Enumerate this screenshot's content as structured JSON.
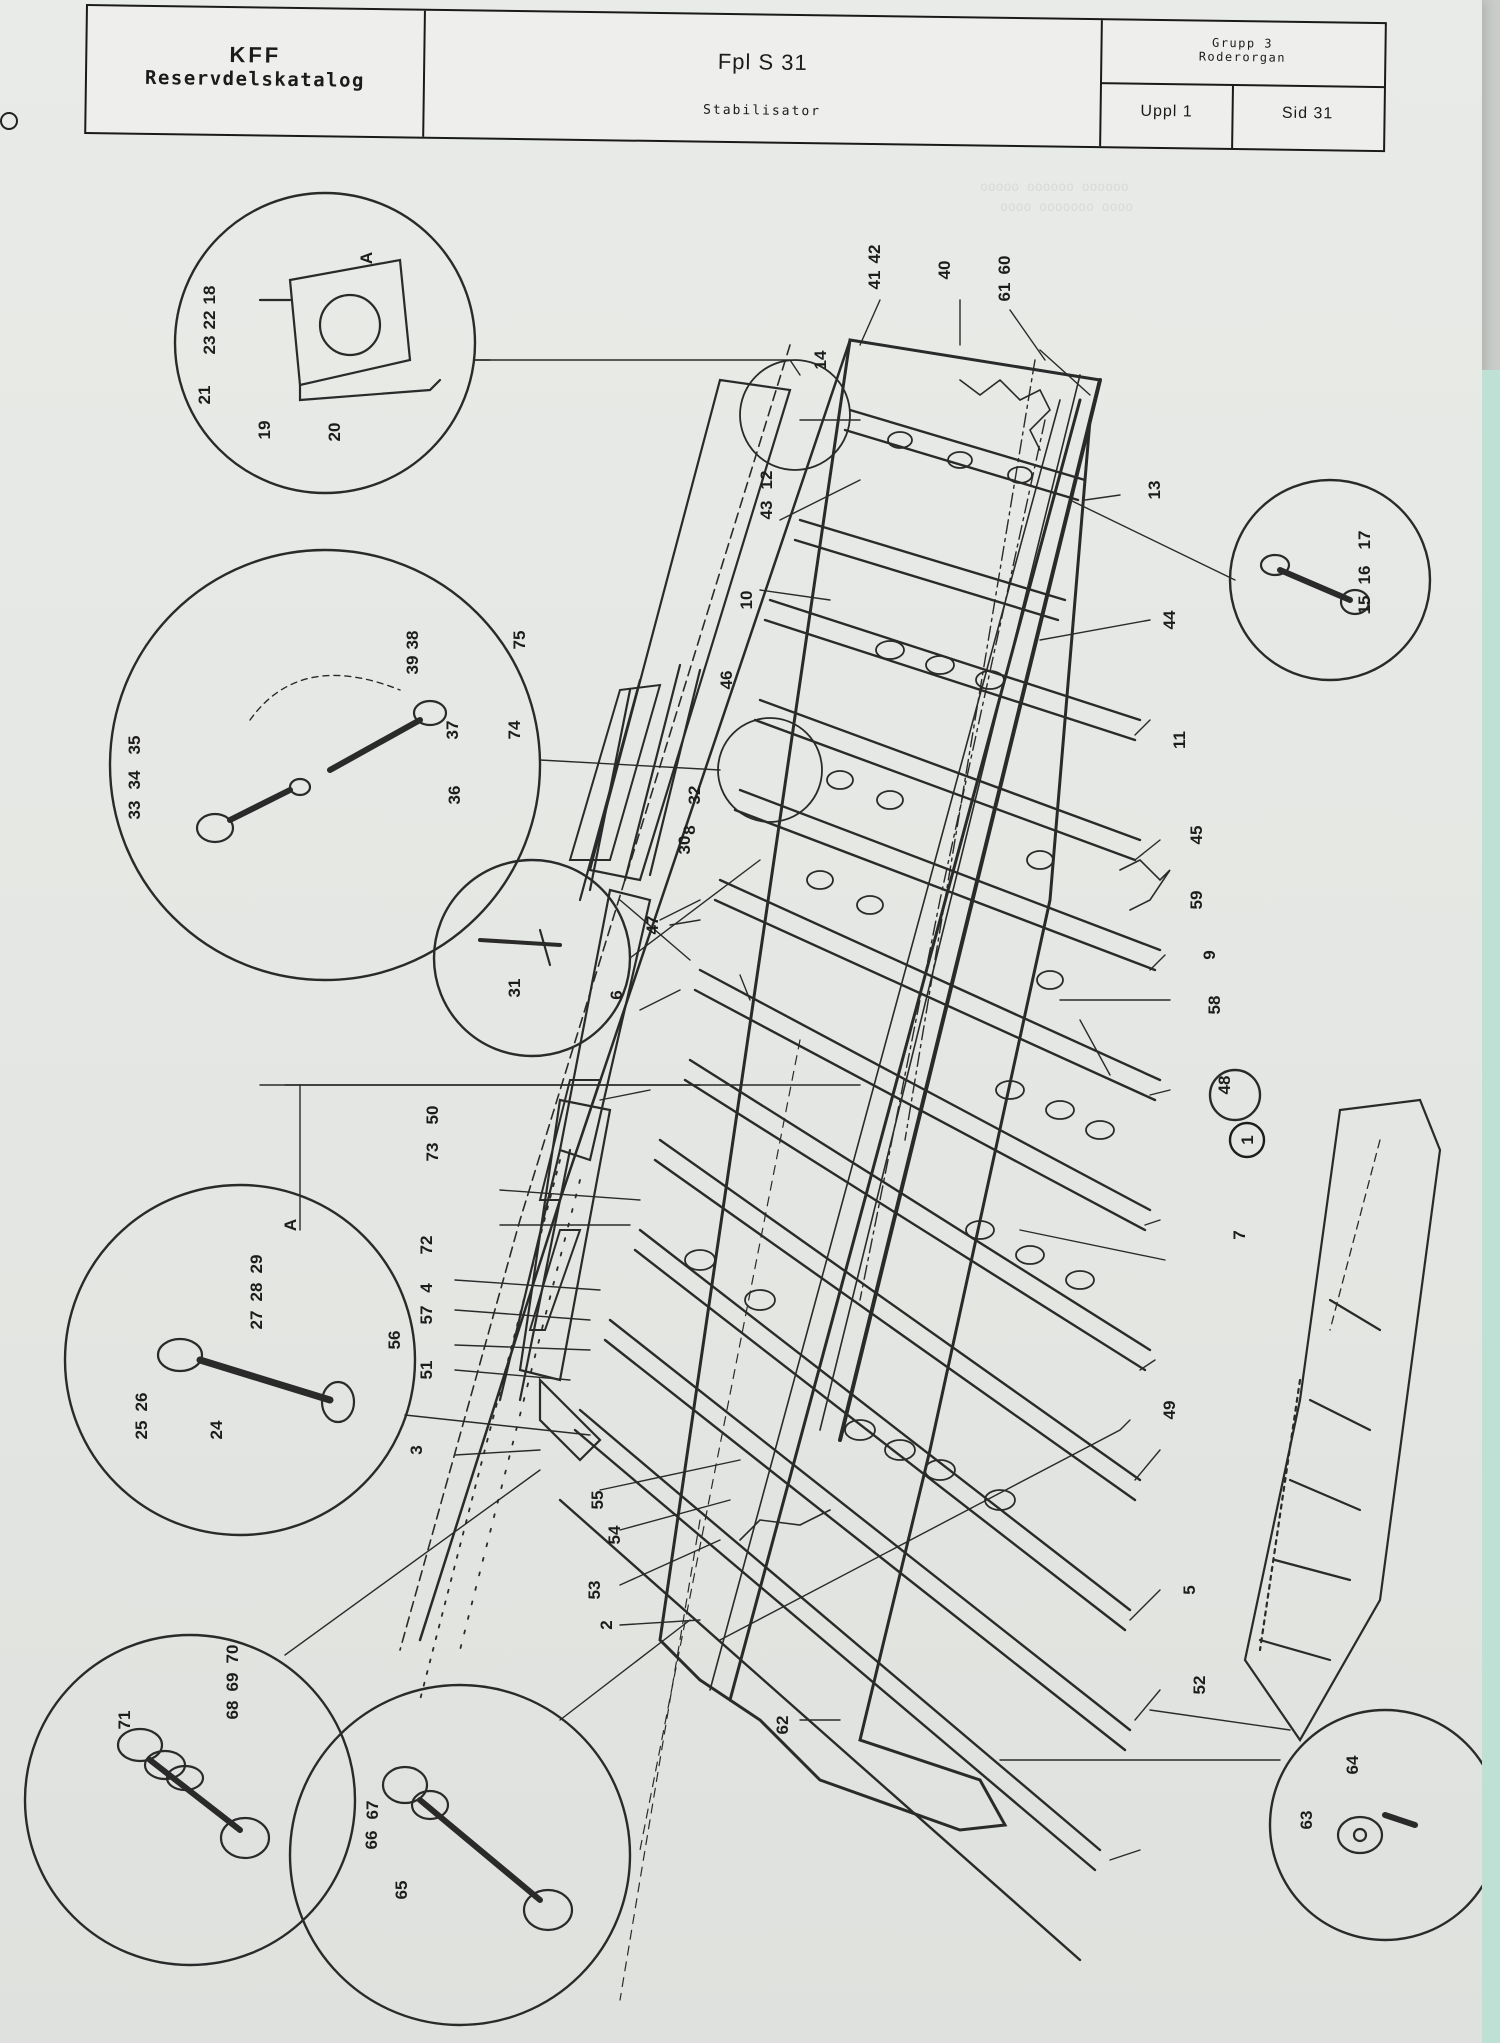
{
  "header": {
    "org": "KFF",
    "catalog": "Reservdelskatalog",
    "aircraft": "Fpl S 31",
    "title": "Stabilisator",
    "group_line1": "Grupp 3",
    "group_line2": "Roderorgan",
    "edition": "Uppl 1",
    "page": "Sid 31"
  },
  "diagram": {
    "section_marker": "1",
    "detail_marker": "A",
    "part_labels": [
      "2",
      "3",
      "4",
      "5",
      "6",
      "7",
      "8",
      "9",
      "10",
      "11",
      "12",
      "13",
      "14",
      "15",
      "16",
      "17",
      "18",
      "19",
      "20",
      "21",
      "22",
      "23",
      "24",
      "25",
      "26",
      "27",
      "28",
      "29",
      "30",
      "31",
      "32",
      "33",
      "34",
      "35",
      "36",
      "37",
      "38",
      "39",
      "40",
      "41",
      "42",
      "43",
      "44",
      "45",
      "46",
      "47",
      "48",
      "49",
      "50",
      "51",
      "52",
      "53",
      "54",
      "55",
      "56",
      "57",
      "58",
      "59",
      "60",
      "61",
      "62",
      "63",
      "64",
      "65",
      "66",
      "67",
      "68",
      "69",
      "70",
      "71",
      "72",
      "73",
      "74",
      "75"
    ]
  },
  "colors": {
    "paper": "#e9ebe8",
    "ink": "#1c1c1c",
    "background": "#c9ccc8"
  }
}
